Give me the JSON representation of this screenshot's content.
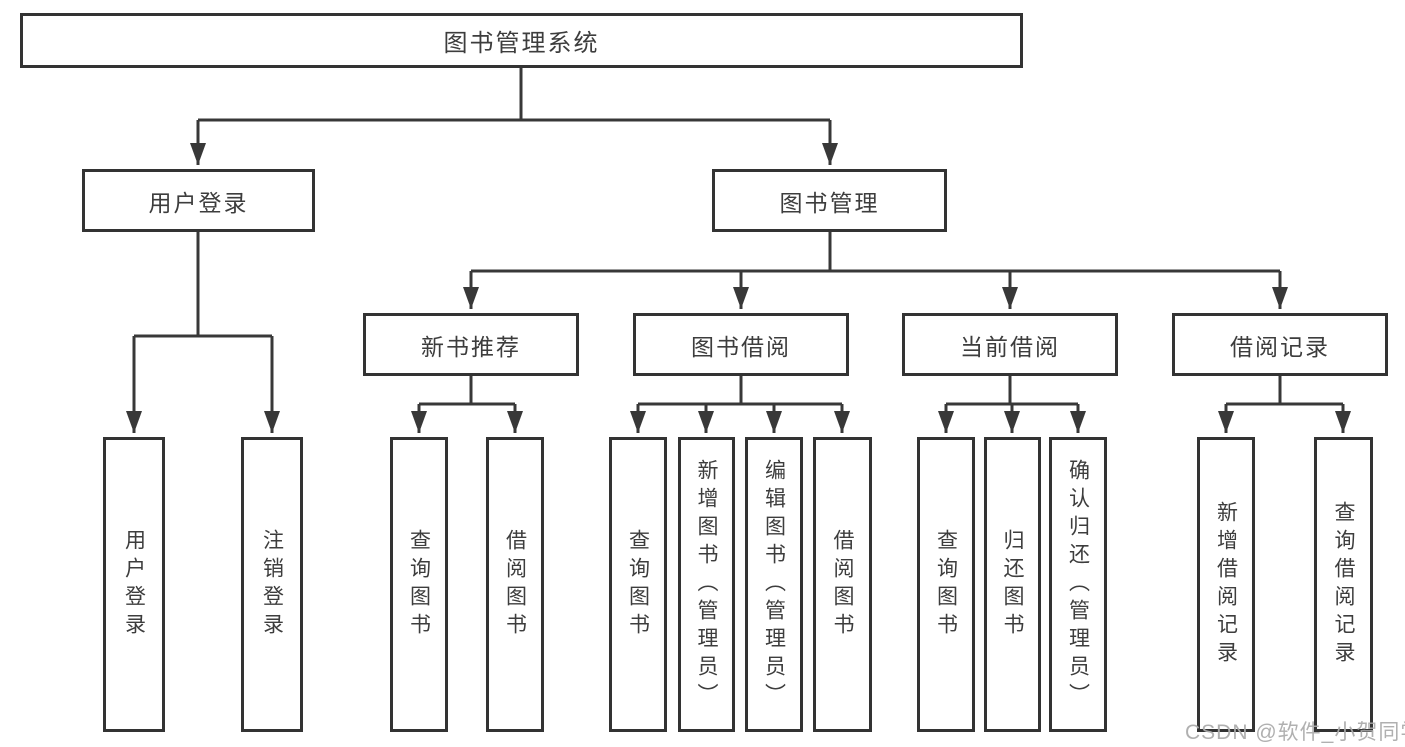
{
  "diagram": {
    "root": {
      "label": "图书管理系统"
    },
    "level2": [
      {
        "label": "用户登录"
      },
      {
        "label": "图书管理"
      }
    ],
    "level3": [
      {
        "label": "新书推荐"
      },
      {
        "label": "图书借阅"
      },
      {
        "label": "当前借阅"
      },
      {
        "label": "借阅记录"
      }
    ],
    "leaves": {
      "user_login": [
        "用户登录",
        "注销登录"
      ],
      "new_books": [
        "查询图书",
        "借阅图书"
      ],
      "book_borrow": [
        "查询图书",
        "新增图书（管理员）",
        "编辑图书（管理员）",
        "借阅图书"
      ],
      "current_borrow": [
        "查询图书",
        "归还图书",
        "确认归还（管理员）"
      ],
      "borrow_records": [
        "新增借阅记录",
        "查询借阅记录"
      ]
    },
    "line_color": "#383838",
    "border_color": "#333333"
  },
  "watermark": {
    "text": "CSDN @软件_小贺同学"
  }
}
